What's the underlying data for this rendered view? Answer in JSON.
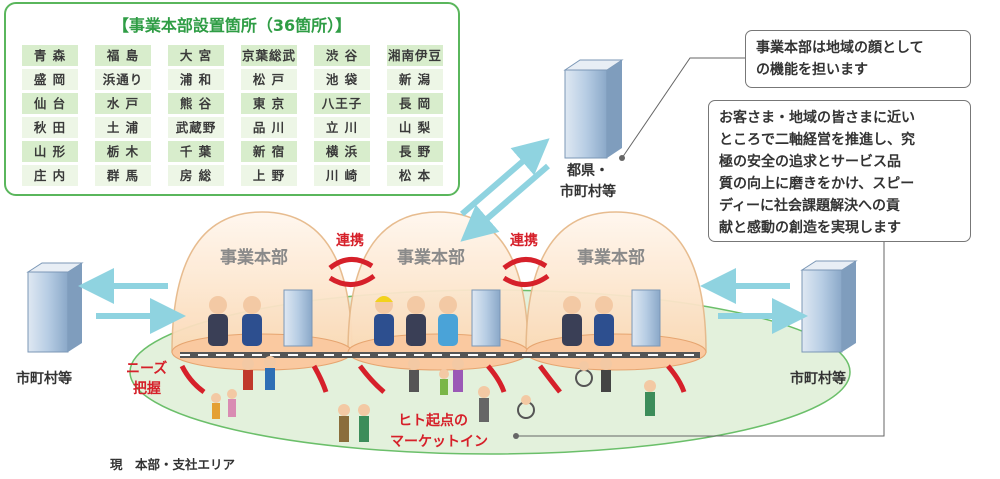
{
  "panel": {
    "title": "【事業本部設置箇所（36箇所）】",
    "rows": [
      [
        "青 森",
        "福 島",
        "大 宮",
        "京葉総武",
        "渋 谷",
        "湘南伊豆"
      ],
      [
        "盛 岡",
        "浜通り",
        "浦 和",
        "松 戸",
        "池 袋",
        "新 潟"
      ],
      [
        "仙 台",
        "水 戸",
        "熊 谷",
        "東 京",
        "八王子",
        "長 岡"
      ],
      [
        "秋 田",
        "土 浦",
        "武蔵野",
        "品 川",
        "立 川",
        "山 梨"
      ],
      [
        "山 形",
        "栃 木",
        "千 葉",
        "新 宿",
        "横 浜",
        "長 野"
      ],
      [
        "庄 内",
        "群 馬",
        "房 総",
        "上 野",
        "川 崎",
        "松 本"
      ]
    ]
  },
  "callouts": {
    "face": "事業本部は地域の顔として\nの機能を担います",
    "mission": "お客さま・地域の皆さまに近い\nところで二軸経営を推進し、究\n極の安全の追求とサービス品\n質の向上に磨きをかけ、スピー\nディーに社会課題解決への貢\n献と感動の創造を実現します"
  },
  "labels": {
    "prefecture_l1": "都県・",
    "prefecture_l2": "市町村等",
    "municipality_left": "市町村等",
    "municipality_right": "市町村等",
    "dome1": "事業本部",
    "dome2": "事業本部",
    "dome3": "事業本部",
    "link1": "連携",
    "link2": "連携",
    "needs_l1": "ニーズ",
    "needs_l2": "把握",
    "market_l1": "ヒト起点の",
    "market_l2": "マーケットイン",
    "area": "現　本部・支社エリア"
  },
  "colors": {
    "panel_border": "#5ab65c",
    "title_green": "#2f9d45",
    "cell_dark": "#d8edcc",
    "cell_light": "#edf6e6",
    "dome_fill": "#fde6cf",
    "dome_stroke": "#e6b98a",
    "ellipse_fill": "#e3f1dc",
    "ellipse_stroke": "#6bbf6a",
    "arrow_blue": "#8fd3e0",
    "arrow_red": "#d6202a",
    "building": "#8fb3d6"
  }
}
